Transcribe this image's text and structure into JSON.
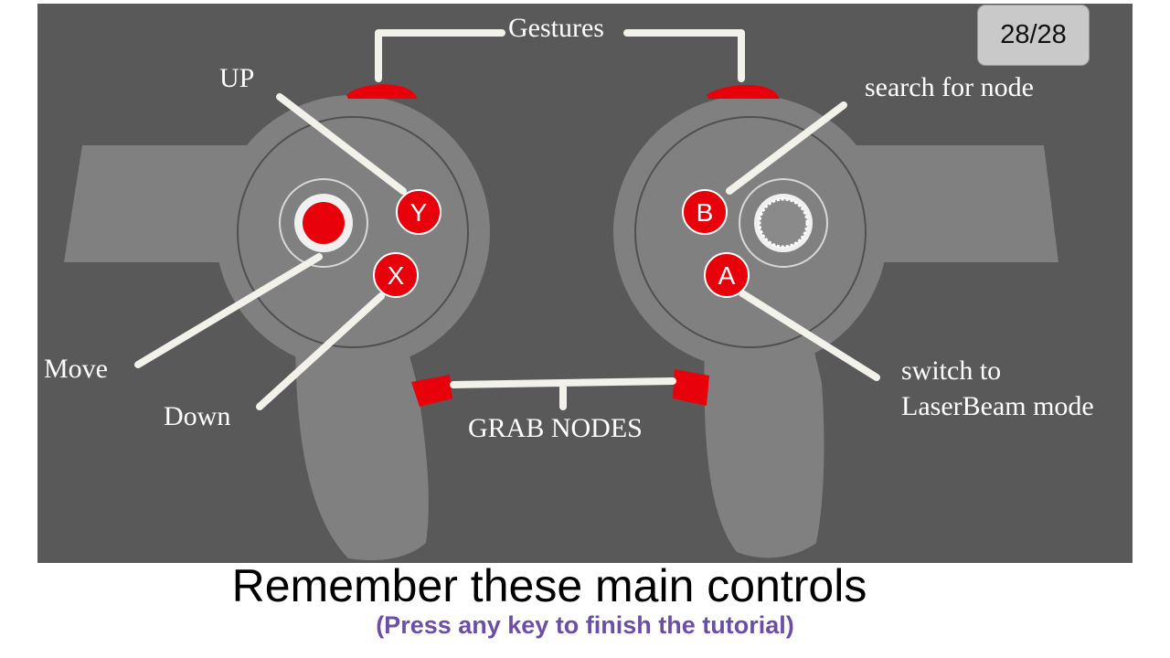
{
  "slide": {
    "counter": "28/28",
    "title": "Remember these main controls",
    "subtitle": "(Press any key to finish the tutorial)"
  },
  "controller_labels": {
    "gestures": "Gestures",
    "up": "UP",
    "move": "Move",
    "down": "Down",
    "grab_nodes": "GRAB NODES",
    "search_for_node": "search for node",
    "switch_to_line1": "switch to",
    "switch_to_line2": "LaserBeam mode"
  },
  "buttons": {
    "y": "Y",
    "x": "X",
    "b": "B",
    "a": "A"
  },
  "colors": {
    "background": "#595959",
    "controller": "#808080",
    "accent": "#e8000a",
    "counter_bg": "#c9c9c9",
    "subtitle": "#6b4ea6"
  }
}
